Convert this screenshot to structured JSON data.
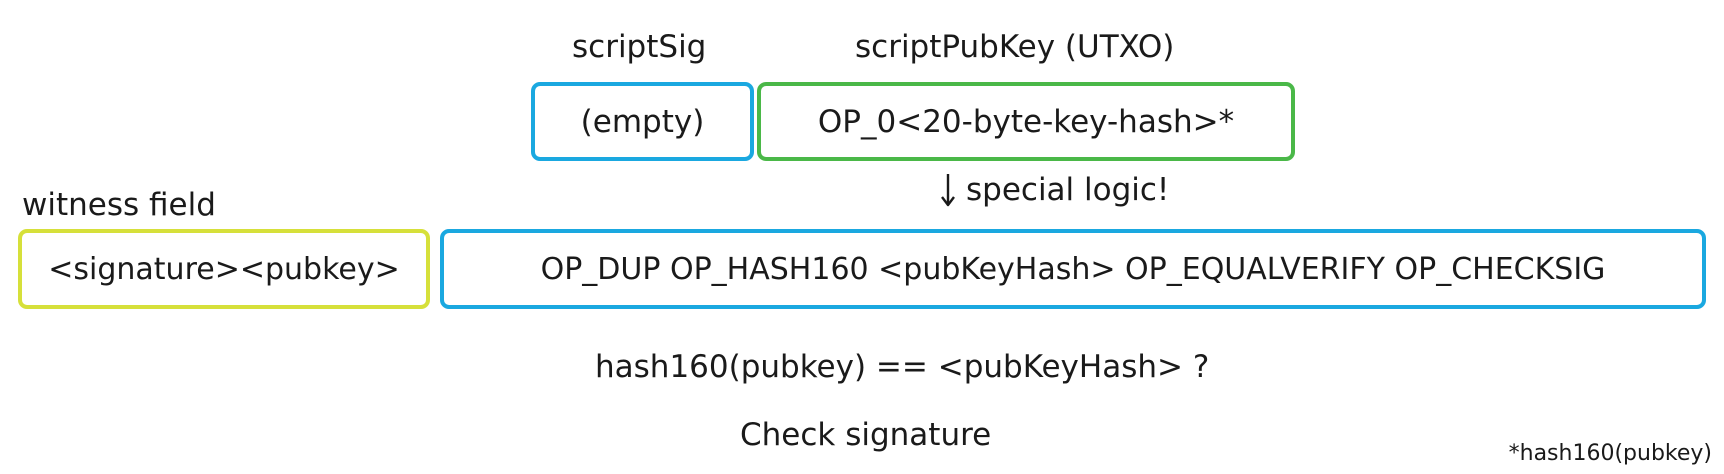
{
  "colors": {
    "scriptsig_border": "#1aa8e0",
    "scriptpubkey_border": "#4ab848",
    "witness_border": "#d6e03a",
    "redeem_border": "#1aa8e0"
  },
  "labels": {
    "script_sig": "scriptSig",
    "script_pubkey": "scriptPubKey (UTXO)",
    "witness_field": "witness field"
  },
  "boxes": {
    "script_sig": "(empty)",
    "script_pubkey": "OP_0<20-byte-key-hash>*",
    "witness": "<signature><pubkey>",
    "redeem_script": "OP_DUP OP_HASH160 <pubKeyHash> OP_EQUALVERIFY OP_CHECKSIG"
  },
  "arrow": {
    "icon": "down-arrow-icon",
    "text": "special logic!"
  },
  "steps": {
    "hash_check": "hash160(pubkey) == <pubKeyHash> ?",
    "signature_check": "Check signature"
  },
  "footnote": "*hash160(pubkey)"
}
